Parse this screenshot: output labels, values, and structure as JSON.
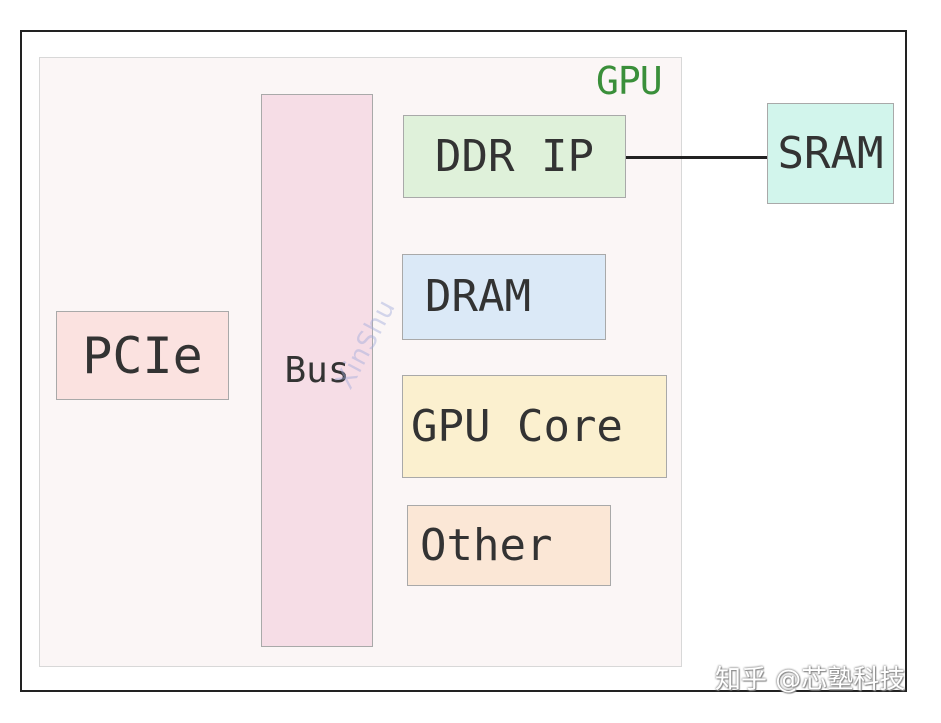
{
  "diagram": {
    "container_label": "GPU",
    "blocks": {
      "pcie": "PCIe",
      "bus": "Bus",
      "ddr_ip": "DDR IP",
      "dram": "DRAM",
      "gpu_core": "GPU Core",
      "other": "Other",
      "sram": "SRAM"
    },
    "connections": [
      {
        "from": "DDR IP",
        "to": "SRAM"
      }
    ]
  },
  "watermark": "XinShu",
  "credit": "知乎 @芯塾科技",
  "colors": {
    "gpu_label": "#3a8f3a",
    "pcie": "#fbe2e0",
    "bus": "#f6dde6",
    "ddr_ip": "#dff1da",
    "dram": "#dbe9f7",
    "gpu_core": "#fbf0cf",
    "other": "#fbe7d6",
    "sram": "#d2f5ec"
  }
}
